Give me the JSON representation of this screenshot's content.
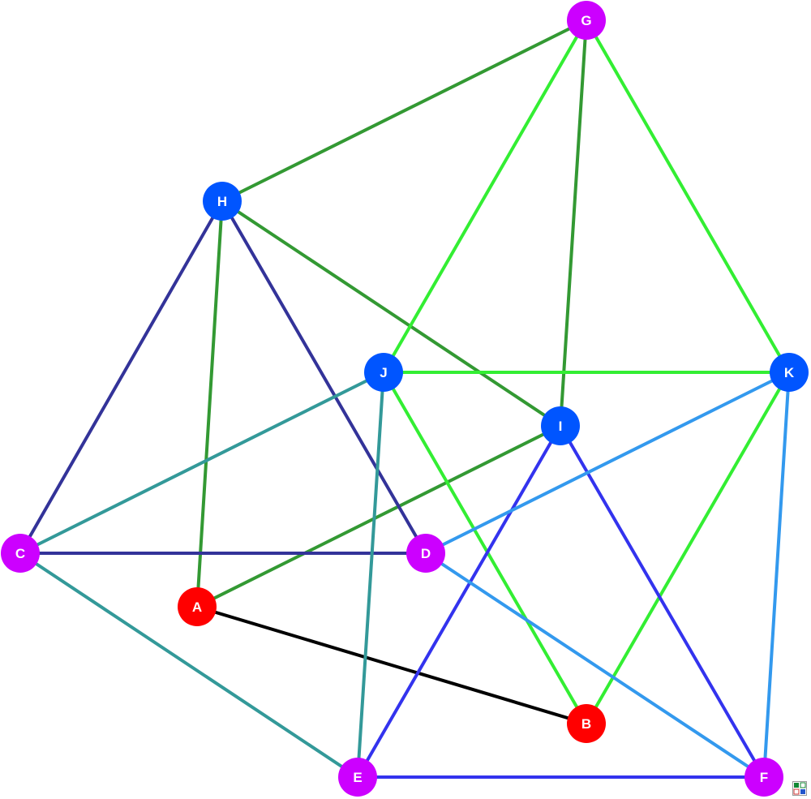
{
  "graph": {
    "nodes": [
      {
        "id": "A",
        "label": "A",
        "color": "#ff0000"
      },
      {
        "id": "B",
        "label": "B",
        "color": "#ff0000"
      },
      {
        "id": "C",
        "label": "C",
        "color": "#cc00ff"
      },
      {
        "id": "D",
        "label": "D",
        "color": "#cc00ff"
      },
      {
        "id": "E",
        "label": "E",
        "color": "#cc00ff"
      },
      {
        "id": "F",
        "label": "F",
        "color": "#cc00ff"
      },
      {
        "id": "G",
        "label": "G",
        "color": "#cc00ff"
      },
      {
        "id": "H",
        "label": "H",
        "color": "#0055ff"
      },
      {
        "id": "I",
        "label": "I",
        "color": "#0055ff"
      },
      {
        "id": "J",
        "label": "J",
        "color": "#0055ff"
      },
      {
        "id": "K",
        "label": "K",
        "color": "#0055ff"
      }
    ],
    "edges": [
      {
        "from": "A",
        "to": "B",
        "color": "#000000"
      },
      {
        "from": "G",
        "to": "H",
        "color": "#339933"
      },
      {
        "from": "G",
        "to": "I",
        "color": "#339933"
      },
      {
        "from": "H",
        "to": "I",
        "color": "#339933"
      },
      {
        "from": "H",
        "to": "A",
        "color": "#339933"
      },
      {
        "from": "I",
        "to": "A",
        "color": "#339933"
      },
      {
        "from": "G",
        "to": "J",
        "color": "#33ee33"
      },
      {
        "from": "G",
        "to": "K",
        "color": "#33ee33"
      },
      {
        "from": "J",
        "to": "K",
        "color": "#33ee33"
      },
      {
        "from": "J",
        "to": "B",
        "color": "#33ee33"
      },
      {
        "from": "K",
        "to": "B",
        "color": "#33ee33"
      },
      {
        "from": "H",
        "to": "C",
        "color": "#333399"
      },
      {
        "from": "H",
        "to": "D",
        "color": "#333399"
      },
      {
        "from": "C",
        "to": "D",
        "color": "#333399"
      },
      {
        "from": "J",
        "to": "C",
        "color": "#339999"
      },
      {
        "from": "J",
        "to": "E",
        "color": "#339999"
      },
      {
        "from": "C",
        "to": "E",
        "color": "#339999"
      },
      {
        "from": "I",
        "to": "E",
        "color": "#3333ee"
      },
      {
        "from": "I",
        "to": "F",
        "color": "#3333ee"
      },
      {
        "from": "E",
        "to": "F",
        "color": "#3333ee"
      },
      {
        "from": "K",
        "to": "D",
        "color": "#3399ee"
      },
      {
        "from": "K",
        "to": "F",
        "color": "#3399ee"
      },
      {
        "from": "D",
        "to": "F",
        "color": "#3399ee"
      }
    ]
  }
}
